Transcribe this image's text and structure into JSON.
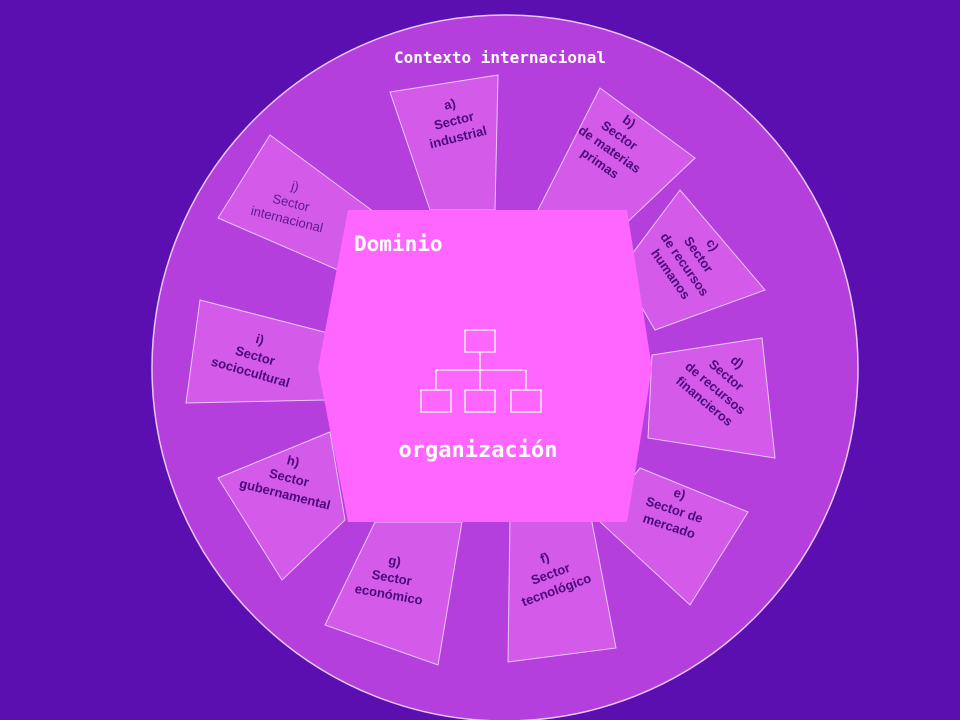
{
  "colors": {
    "background": "#5c0fb1",
    "circle": "#b43fdc",
    "segment": "#d45ae9",
    "core": "#ff66ff",
    "text": "#4a0a7a"
  },
  "context_label": "Contexto internacional",
  "core": {
    "title": "Dominio",
    "subtitle": "organización",
    "icon": "org-chart-icon"
  },
  "sectors": [
    {
      "id": "a",
      "letter": "a)",
      "lines": [
        "Sector",
        "industrial"
      ]
    },
    {
      "id": "b",
      "letter": "b)",
      "lines": [
        "Sector",
        "de materias",
        "primas"
      ]
    },
    {
      "id": "c",
      "letter": "c)",
      "lines": [
        "Sector",
        "de recursos",
        "humanos"
      ]
    },
    {
      "id": "d",
      "letter": "d)",
      "lines": [
        "Sector",
        "de recursos",
        "financieros"
      ]
    },
    {
      "id": "e",
      "letter": "e)",
      "lines": [
        "Sector de",
        "mercado"
      ]
    },
    {
      "id": "f",
      "letter": "f)",
      "lines": [
        "Sector",
        "tecnológico"
      ]
    },
    {
      "id": "g",
      "letter": "g)",
      "lines": [
        "Sector",
        "económico"
      ]
    },
    {
      "id": "h",
      "letter": "h)",
      "lines": [
        "Sector",
        "gubernamental"
      ]
    },
    {
      "id": "i",
      "letter": "i)",
      "lines": [
        "Sector",
        "sociocultural"
      ]
    },
    {
      "id": "j",
      "letter": "j)",
      "lines": [
        "Sector",
        "internacional"
      ]
    }
  ]
}
